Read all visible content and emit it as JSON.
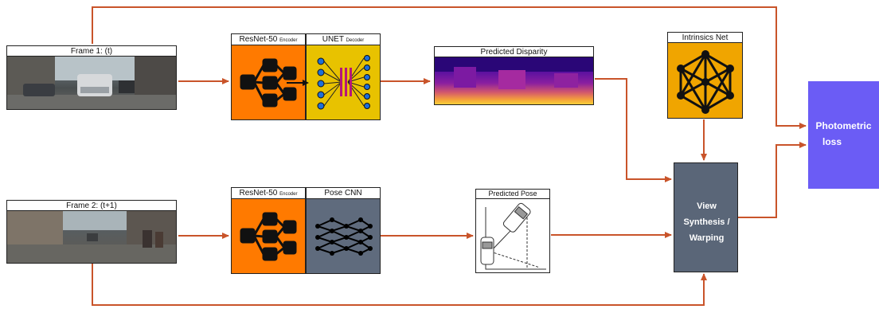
{
  "frame1": {
    "title": "Frame 1: (t)"
  },
  "frame2": {
    "title": "Frame 2: (t+1)"
  },
  "encoder1": {
    "title": "ResNet-50",
    "subtitle": "Encoder"
  },
  "decoder": {
    "title": "UNET",
    "subtitle": "Decoder"
  },
  "encoder2": {
    "title": "ResNet-50",
    "subtitle": "Encoder"
  },
  "pose_cnn": {
    "title": "Pose CNN"
  },
  "disparity": {
    "title": "Predicted Disparity"
  },
  "pose": {
    "title": "Predicted Pose"
  },
  "intrinsics": {
    "title": "Intrinsics Net"
  },
  "view_synthesis": {
    "line1": "View",
    "line2": "Synthesis /",
    "line3": "Warping"
  },
  "photometric": {
    "line1": "Photometric",
    "line2": "loss"
  },
  "colors": {
    "arrow": "#c9542a",
    "encoder": "#ff7a00",
    "decoder": "#e8c200",
    "pose_cnn": "#5f6b7d",
    "intrinsics": "#f0a500",
    "view_synthesis": "#5a6678",
    "photometric": "#6b5cf5"
  }
}
